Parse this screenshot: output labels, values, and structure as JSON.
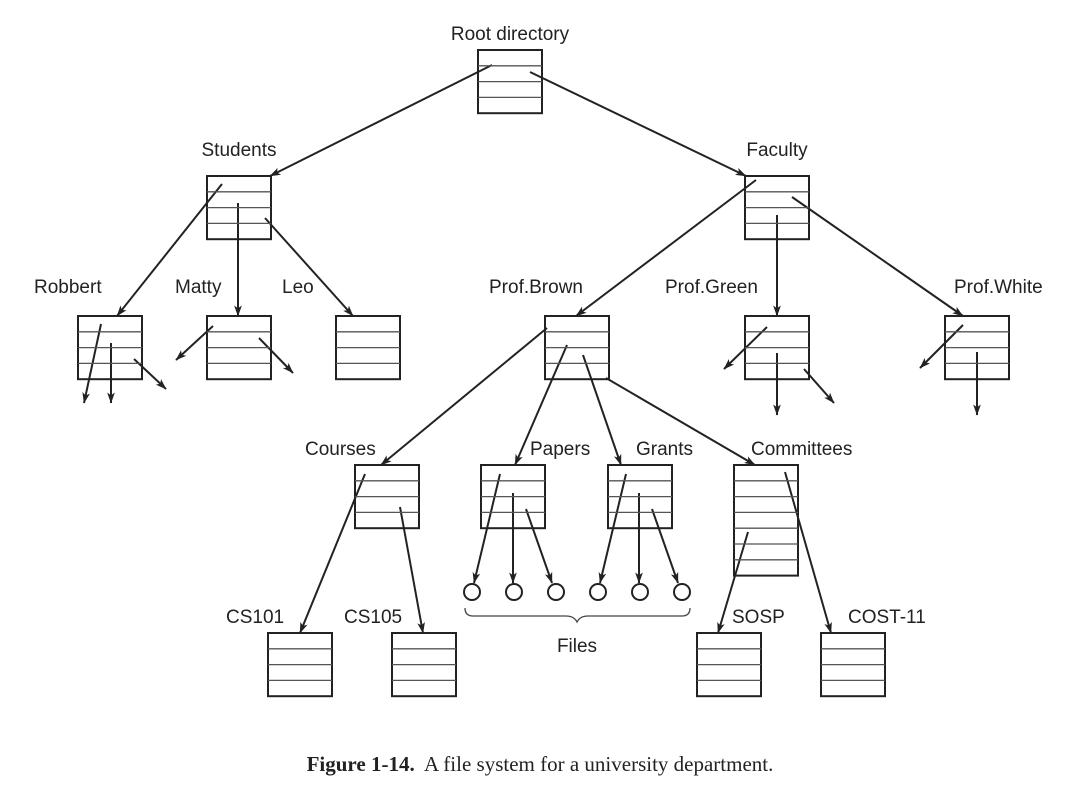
{
  "diagram": {
    "nodes": [
      {
        "id": "root",
        "label": "Root directory",
        "rows": 4
      },
      {
        "id": "students",
        "label": "Students",
        "rows": 4
      },
      {
        "id": "faculty",
        "label": "Faculty",
        "rows": 4
      },
      {
        "id": "robbert",
        "label": "Robbert",
        "rows": 4
      },
      {
        "id": "matty",
        "label": "Matty",
        "rows": 4
      },
      {
        "id": "leo",
        "label": "Leo",
        "rows": 4
      },
      {
        "id": "profbrown",
        "label": "Prof.Brown",
        "rows": 4
      },
      {
        "id": "profgreen",
        "label": "Prof.Green",
        "rows": 4
      },
      {
        "id": "profwhite",
        "label": "Prof.White",
        "rows": 4
      },
      {
        "id": "courses",
        "label": "Courses",
        "rows": 4
      },
      {
        "id": "papers",
        "label": "Papers",
        "rows": 4
      },
      {
        "id": "grants",
        "label": "Grants",
        "rows": 4
      },
      {
        "id": "committees",
        "label": "Committees",
        "rows": 7
      },
      {
        "id": "cs101",
        "label": "CS101",
        "rows": 4
      },
      {
        "id": "cs105",
        "label": "CS105",
        "rows": 4
      },
      {
        "id": "sosp",
        "label": "SOSP",
        "rows": 4
      },
      {
        "id": "cost11",
        "label": "COST-11",
        "rows": 4
      }
    ],
    "edges": [
      [
        "root",
        "students"
      ],
      [
        "root",
        "faculty"
      ],
      [
        "students",
        "robbert"
      ],
      [
        "students",
        "matty"
      ],
      [
        "students",
        "leo"
      ],
      [
        "faculty",
        "profbrown"
      ],
      [
        "faculty",
        "profgreen"
      ],
      [
        "faculty",
        "profwhite"
      ],
      [
        "profbrown",
        "courses"
      ],
      [
        "profbrown",
        "papers"
      ],
      [
        "profbrown",
        "grants"
      ],
      [
        "profbrown",
        "committees"
      ],
      [
        "courses",
        "cs101"
      ],
      [
        "courses",
        "cs105"
      ],
      [
        "committees",
        "sosp"
      ],
      [
        "committees",
        "cost11"
      ],
      [
        "papers",
        "file1"
      ],
      [
        "papers",
        "file2"
      ],
      [
        "papers",
        "file3"
      ],
      [
        "grants",
        "file4"
      ],
      [
        "grants",
        "file5"
      ],
      [
        "grants",
        "file6"
      ]
    ],
    "files": [
      "file1",
      "file2",
      "file3",
      "file4",
      "file5",
      "file6"
    ],
    "files_label": "Files"
  },
  "caption": {
    "figure_number": "Figure 1-14.",
    "text": "A file system for a university department."
  }
}
